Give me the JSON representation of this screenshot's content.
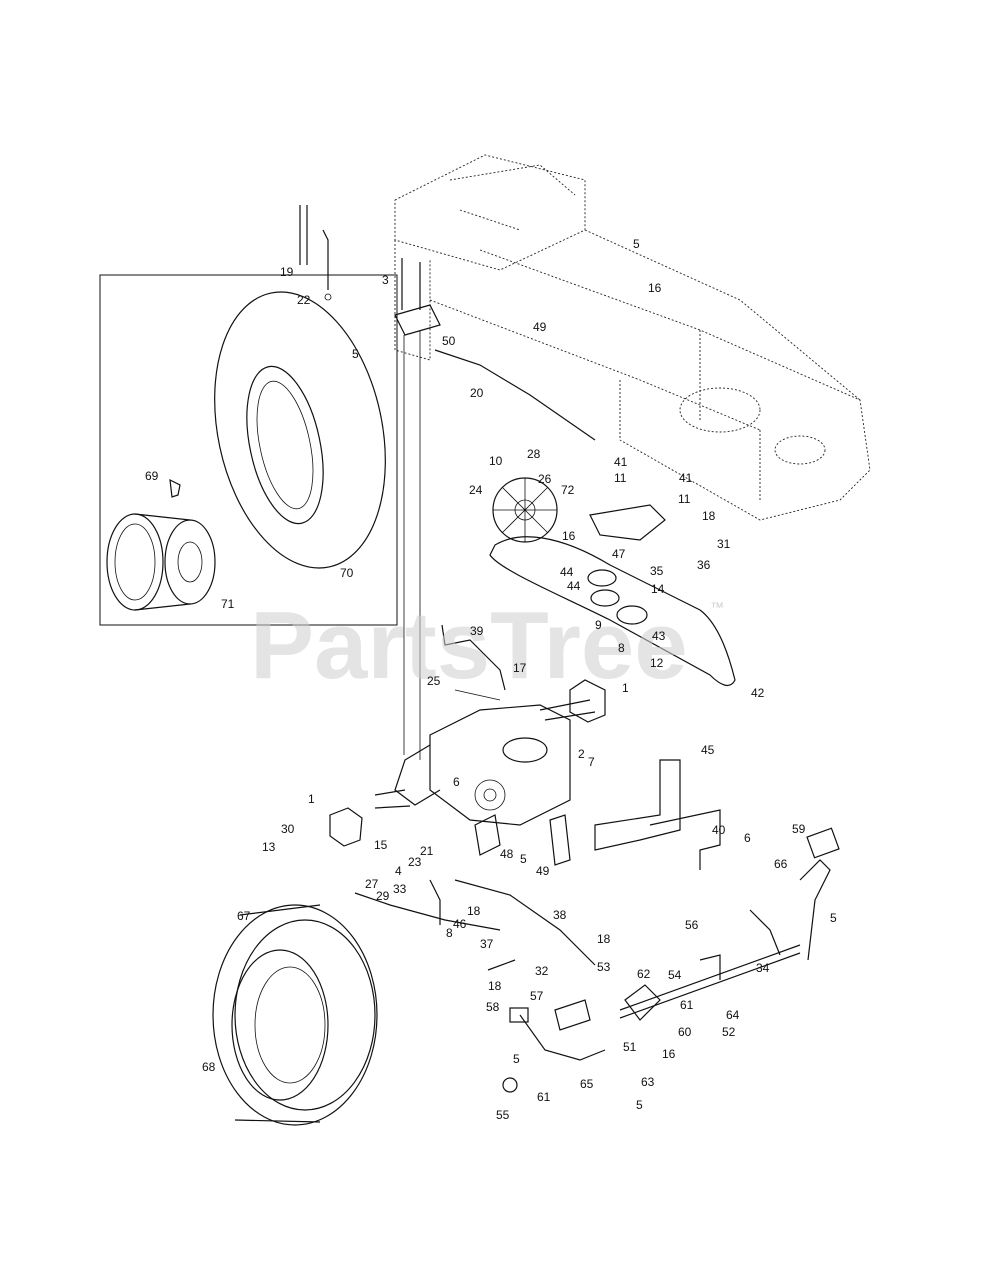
{
  "watermark": {
    "text": "PartsTree",
    "trademark": "™"
  },
  "callouts": [
    {
      "id": "c19",
      "label": "19"
    },
    {
      "id": "c22",
      "label": "22"
    },
    {
      "id": "c3",
      "label": "3"
    },
    {
      "id": "c5a",
      "label": "5"
    },
    {
      "id": "c50",
      "label": "50"
    },
    {
      "id": "c20",
      "label": "20"
    },
    {
      "id": "c5b",
      "label": "5"
    },
    {
      "id": "c16a",
      "label": "16"
    },
    {
      "id": "c49a",
      "label": "49"
    },
    {
      "id": "c10",
      "label": "10"
    },
    {
      "id": "c28",
      "label": "28"
    },
    {
      "id": "c41a",
      "label": "41"
    },
    {
      "id": "c11a",
      "label": "11"
    },
    {
      "id": "c41b",
      "label": "41"
    },
    {
      "id": "c11b",
      "label": "11"
    },
    {
      "id": "c24",
      "label": "24"
    },
    {
      "id": "c26",
      "label": "26"
    },
    {
      "id": "c72",
      "label": "72"
    },
    {
      "id": "c18a",
      "label": "18"
    },
    {
      "id": "c31",
      "label": "31"
    },
    {
      "id": "c16b",
      "label": "16"
    },
    {
      "id": "c47",
      "label": "47"
    },
    {
      "id": "c35",
      "label": "35"
    },
    {
      "id": "c36",
      "label": "36"
    },
    {
      "id": "c44a",
      "label": "44"
    },
    {
      "id": "c44b",
      "label": "44"
    },
    {
      "id": "c14",
      "label": "14"
    },
    {
      "id": "c9",
      "label": "9"
    },
    {
      "id": "c43",
      "label": "43"
    },
    {
      "id": "c8a",
      "label": "8"
    },
    {
      "id": "c12",
      "label": "12"
    },
    {
      "id": "c39",
      "label": "39"
    },
    {
      "id": "c17",
      "label": "17"
    },
    {
      "id": "c25",
      "label": "25"
    },
    {
      "id": "c42",
      "label": "42"
    },
    {
      "id": "c1a",
      "label": "1"
    },
    {
      "id": "c2",
      "label": "2"
    },
    {
      "id": "c7",
      "label": "7"
    },
    {
      "id": "c45",
      "label": "45"
    },
    {
      "id": "c69",
      "label": "69"
    },
    {
      "id": "c70",
      "label": "70"
    },
    {
      "id": "c71",
      "label": "71"
    },
    {
      "id": "c1b",
      "label": "1"
    },
    {
      "id": "c6a",
      "label": "6"
    },
    {
      "id": "c30",
      "label": "30"
    },
    {
      "id": "c13",
      "label": "13"
    },
    {
      "id": "c15",
      "label": "15"
    },
    {
      "id": "c40",
      "label": "40"
    },
    {
      "id": "c6b",
      "label": "6"
    },
    {
      "id": "c5c",
      "label": "5"
    },
    {
      "id": "c48",
      "label": "48"
    },
    {
      "id": "c49b",
      "label": "49"
    },
    {
      "id": "c21",
      "label": "21"
    },
    {
      "id": "c23",
      "label": "23"
    },
    {
      "id": "c4",
      "label": "4"
    },
    {
      "id": "c33",
      "label": "33"
    },
    {
      "id": "c59",
      "label": "59"
    },
    {
      "id": "c66",
      "label": "66"
    },
    {
      "id": "c5d",
      "label": "5"
    },
    {
      "id": "c27",
      "label": "27"
    },
    {
      "id": "c29",
      "label": "29"
    },
    {
      "id": "c18b",
      "label": "18"
    },
    {
      "id": "c46",
      "label": "46"
    },
    {
      "id": "c8b",
      "label": "8"
    },
    {
      "id": "c38",
      "label": "38"
    },
    {
      "id": "c67",
      "label": "67"
    },
    {
      "id": "c56",
      "label": "56"
    },
    {
      "id": "c37",
      "label": "37"
    },
    {
      "id": "c18c",
      "label": "18"
    },
    {
      "id": "c32",
      "label": "32"
    },
    {
      "id": "c18d",
      "label": "18"
    },
    {
      "id": "c53",
      "label": "53"
    },
    {
      "id": "c34",
      "label": "34"
    },
    {
      "id": "c62",
      "label": "62"
    },
    {
      "id": "c54",
      "label": "54"
    },
    {
      "id": "c61a",
      "label": "61"
    },
    {
      "id": "c64",
      "label": "64"
    },
    {
      "id": "c58",
      "label": "58"
    },
    {
      "id": "c57",
      "label": "57"
    },
    {
      "id": "c60",
      "label": "60"
    },
    {
      "id": "c52",
      "label": "52"
    },
    {
      "id": "c51",
      "label": "51"
    },
    {
      "id": "c16c",
      "label": "16"
    },
    {
      "id": "c68",
      "label": "68"
    },
    {
      "id": "c5e",
      "label": "5"
    },
    {
      "id": "c65",
      "label": "65"
    },
    {
      "id": "c63",
      "label": "63"
    },
    {
      "id": "c61b",
      "label": "61"
    },
    {
      "id": "c55",
      "label": "55"
    },
    {
      "id": "c5f",
      "label": "5"
    }
  ]
}
